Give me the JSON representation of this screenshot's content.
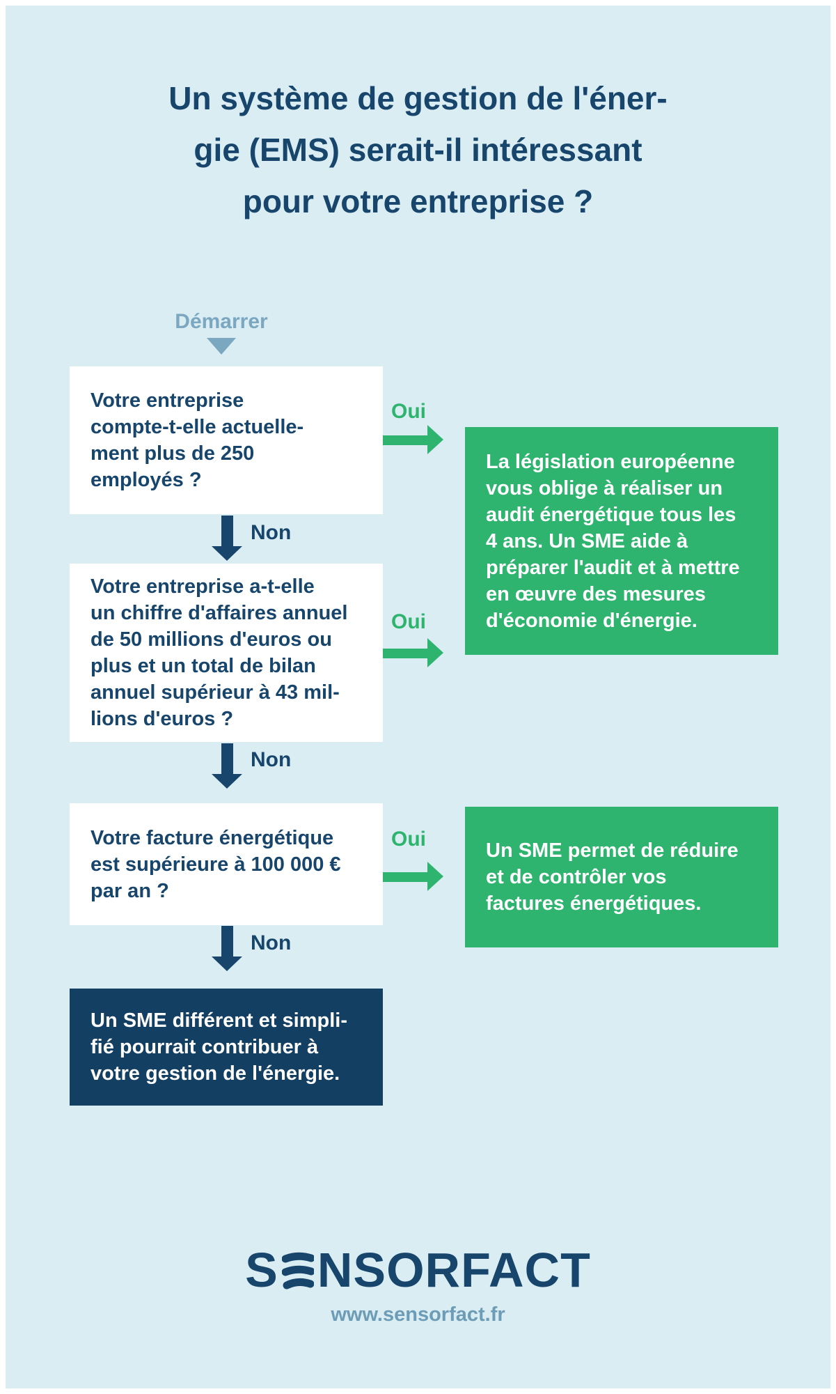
{
  "colors": {
    "background": "#d9edf3",
    "frame": "#ffffff",
    "navy_text": "#17456b",
    "navy_box": "#133f63",
    "green": "#2eb46f",
    "steel_blue": "#7ba7c0",
    "url_text": "#6d9cb6"
  },
  "title": "Un système de gestion de l'éner-\ngie (EMS) serait-il intéressant\npour votre entreprise ?",
  "flow": {
    "start_label": "Démarrer",
    "yes_label": "Oui",
    "no_label": "Non",
    "question_employees": "Votre entreprise\ncompte-t-elle actuelle-\nment plus de 250\nemployés ?",
    "question_revenue": "Votre entreprise a-t-elle\nun chiffre d'affaires annuel\nde 50 millions d'euros ou\nplus et un total de bilan\nannuel supérieur à 43 mil-\nlions d'euros ?",
    "question_energy_bill": "Votre facture énergétique\nest supérieure à 100 000 €\npar an ?",
    "outcome_audit": "La législation européenne\nvous oblige à réaliser un\naudit énergétique tous les\n4 ans. Un SME aide à\npréparer l'audit et à mettre\nen œuvre des mesures\nd'économie d'énergie.",
    "outcome_bills": "Un SME permet de réduire\net de contrôler vos\nfactures énergétiques.",
    "outcome_simplified": "Un SME différent et simpli-\nfié pourrait contribuer à\nvotre gestion de l'énergie."
  },
  "footer": {
    "logo_prefix": "S",
    "logo_suffix": "NSORFACT",
    "website_url": "www.sensorfact.fr"
  }
}
